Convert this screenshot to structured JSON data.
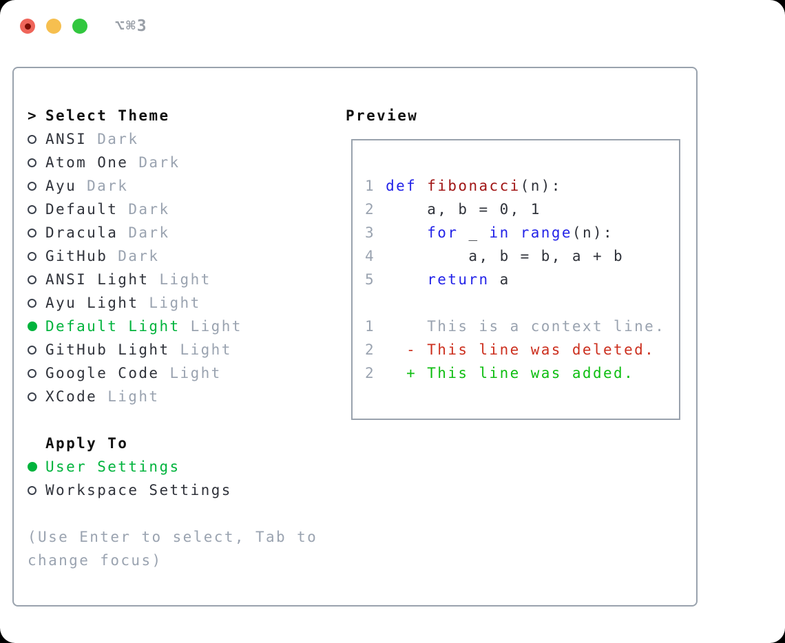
{
  "window": {
    "title": "⌥⌘3"
  },
  "theme_picker": {
    "header": {
      "marker": ">",
      "label": "Select Theme"
    },
    "themes": [
      {
        "name": "ANSI",
        "variant": "Dark",
        "selected": false
      },
      {
        "name": "Atom One",
        "variant": "Dark",
        "selected": false
      },
      {
        "name": "Ayu",
        "variant": "Dark",
        "selected": false
      },
      {
        "name": "Default",
        "variant": "Dark",
        "selected": false
      },
      {
        "name": "Dracula",
        "variant": "Dark",
        "selected": false
      },
      {
        "name": "GitHub",
        "variant": "Dark",
        "selected": false
      },
      {
        "name": "ANSI Light",
        "variant": "Light",
        "selected": false
      },
      {
        "name": "Ayu Light",
        "variant": "Light",
        "selected": false
      },
      {
        "name": "Default Light",
        "variant": "Light",
        "selected": true
      },
      {
        "name": "GitHub Light",
        "variant": "Light",
        "selected": false
      },
      {
        "name": "Google Code",
        "variant": "Light",
        "selected": false
      },
      {
        "name": "XCode",
        "variant": "Light",
        "selected": false
      }
    ],
    "apply_to": {
      "label": "Apply To",
      "options": [
        {
          "label": "User Settings",
          "selected": true
        },
        {
          "label": "Workspace Settings",
          "selected": false
        }
      ]
    },
    "hint_lines": [
      "(Use Enter to select, Tab to",
      "change focus)"
    ]
  },
  "preview": {
    "title": "Preview",
    "lines": [
      {
        "num": "1",
        "segments": [
          {
            "text": " ",
            "style": "plain"
          },
          {
            "text": "def",
            "style": "keyword"
          },
          {
            "text": " ",
            "style": "plain"
          },
          {
            "text": "fibonacci",
            "style": "function"
          },
          {
            "text": "(n):",
            "style": "plain"
          }
        ]
      },
      {
        "num": "2",
        "segments": [
          {
            "text": "     a, b = 0, 1",
            "style": "plain"
          }
        ]
      },
      {
        "num": "3",
        "segments": [
          {
            "text": "     ",
            "style": "plain"
          },
          {
            "text": "for",
            "style": "keyword"
          },
          {
            "text": " _ ",
            "style": "plain"
          },
          {
            "text": "in",
            "style": "keyword"
          },
          {
            "text": " ",
            "style": "plain"
          },
          {
            "text": "range",
            "style": "keyword"
          },
          {
            "text": "(n):",
            "style": "plain"
          }
        ]
      },
      {
        "num": "4",
        "segments": [
          {
            "text": "         a, b = b, a + b",
            "style": "plain"
          }
        ]
      },
      {
        "num": "5",
        "segments": [
          {
            "text": "     ",
            "style": "plain"
          },
          {
            "text": "return",
            "style": "keyword"
          },
          {
            "text": " a",
            "style": "plain"
          }
        ]
      },
      {
        "num": "",
        "segments": []
      },
      {
        "num": "1",
        "segments": [
          {
            "text": "     This is a context line.",
            "style": "context"
          }
        ]
      },
      {
        "num": "2",
        "segments": [
          {
            "text": "   - This line was deleted.",
            "style": "deleted"
          }
        ]
      },
      {
        "num": "2",
        "segments": [
          {
            "text": "   + This line was added.",
            "style": "added"
          }
        ]
      }
    ]
  },
  "colors": {
    "selection_green": "#00b33c",
    "added_green": "#0fbe12",
    "deleted_red": "#cc2f1e",
    "keyword_blue": "#2323e8",
    "function_red": "#a01414",
    "muted_gray": "#9aa3b0",
    "text_dark": "#2f323a",
    "border_gray": "#99a2ad"
  }
}
